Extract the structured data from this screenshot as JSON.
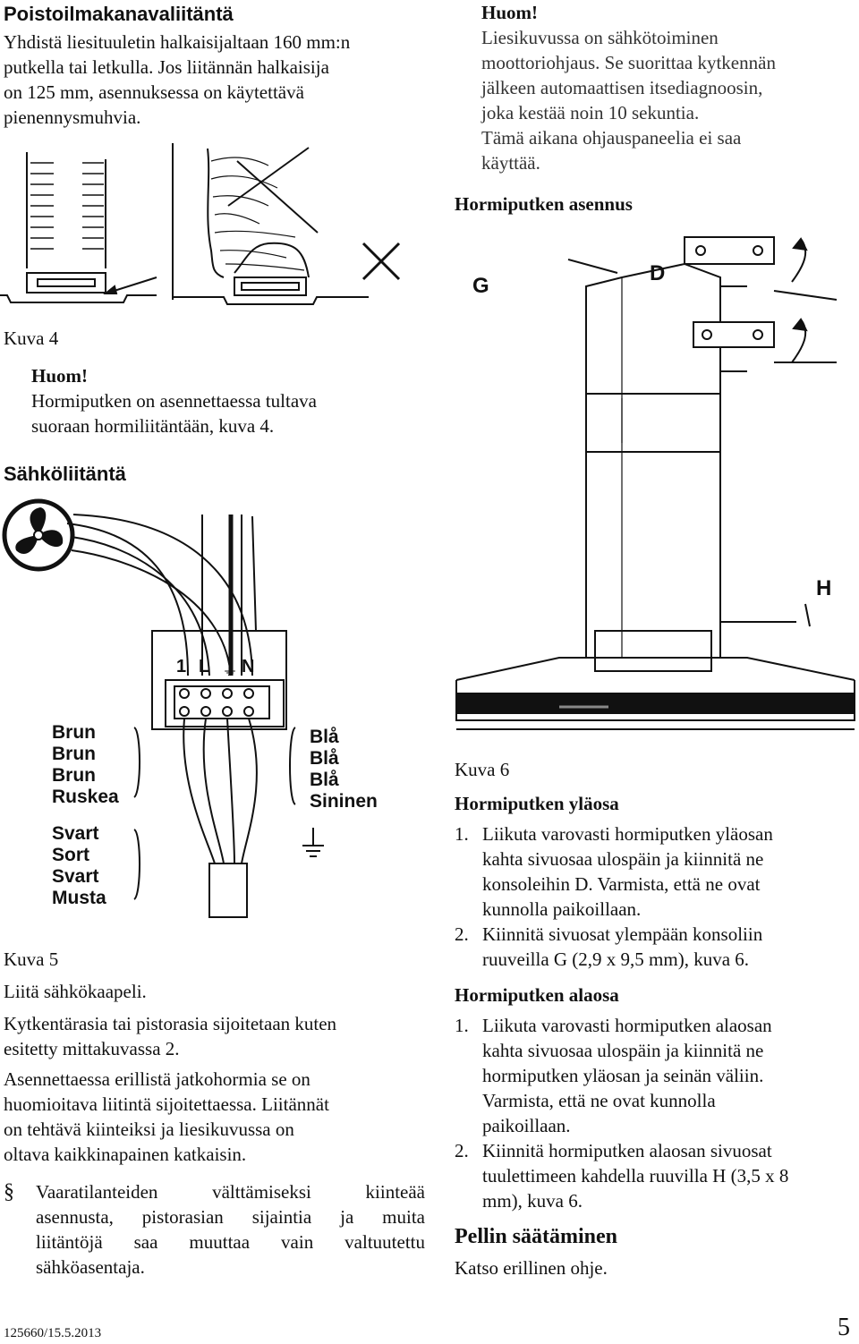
{
  "left_top": {
    "heading": "Poistoilmakanavaliitäntä",
    "para_lines": [
      "Yhdistä liesituuletin halkaisijaltaan 160 mm:n",
      "putkella tai letkulla. Jos liitännän halkaisija",
      "on 125 mm, asennuksessa on käytettävä",
      "pienennysmuhvia."
    ],
    "figure_label": "Kuva 4",
    "note_title": "Huom!",
    "note_lines": [
      "Hormiputken on asennettaessa tultava",
      "suoraan hormiliitäntään, kuva 4."
    ]
  },
  "electric": {
    "heading": "Sähköliitäntä",
    "terminal_labels": [
      "1",
      "L",
      "N"
    ],
    "wire_left": [
      "Brun",
      "Brun",
      "Brun",
      "Ruskea",
      "Svart",
      "Sort",
      "Svart",
      "Musta"
    ],
    "wire_right": [
      "Blå",
      "Blå",
      "Blå",
      "Sininen"
    ],
    "figure_label": "Kuva 5",
    "paras": [
      "Liitä sähkökaapeli.",
      "Kytkentärasia tai pistorasia sijoitetaan kuten esitetty mittakuvassa 2.",
      "Asennettaessa erillistä jatkohormia se on huomioitava liitintä sijoitettaessa. Liitännät on tehtävä kiinteiksi ja liesikuvussa on oltava kaikkinapainen katkaisin."
    ],
    "para_lines": [
      [
        "Liitä sähkökaapeli."
      ],
      [
        "Kytkentärasia tai pistorasia sijoitetaan kuten",
        "esitetty mittakuvassa 2."
      ],
      [
        "Asennettaessa erillistä jatkohormia se on",
        "huomioitava liitintä sijoitettaessa. Liitännät",
        "on tehtävä kiinteiksi ja liesikuvussa on",
        "oltava kaikkinapainen katkaisin."
      ]
    ],
    "warning_symbol": "§",
    "warning_lines": [
      "Vaaratilanteiden välttämiseksi kiinteää",
      "asennusta, pistorasian sijaintia ja muita",
      "liitäntöjä saa muuttaa vain valtuutettu",
      "sähköasentaja."
    ]
  },
  "right_top": {
    "note_title": "Huom!",
    "note_lines": [
      "Liesikuvussa on sähkötoiminen",
      "moottoriohjaus. Se suorittaa kytkennän",
      "jälkeen automaattisen itsediagnoosin,",
      "joka kestää noin 10 sekuntia.",
      "Tämä aikana ohjauspaneelia ei saa",
      "käyttää."
    ],
    "heading": "Hormiputken asennus",
    "diagram_labels": {
      "g": "G",
      "d": "D",
      "h": "H"
    },
    "figure_label": "Kuva 6"
  },
  "upper_section": {
    "heading": "Hormiputken yläosa",
    "steps": [
      {
        "num": "1.",
        "lines": [
          "Liikuta varovasti hormiputken yläosan",
          "kahta sivuosaa ulospäin ja kiinnitä ne",
          "konsoleihin D. Varmista, että ne ovat",
          "kunnolla paikoillaan."
        ]
      },
      {
        "num": "2.",
        "lines": [
          "Kiinnitä sivuosat ylempään konsoliin",
          "ruuveilla G (2,9 x 9,5 mm), kuva 6."
        ]
      }
    ]
  },
  "lower_section": {
    "heading": "Hormiputken alaosa",
    "steps": [
      {
        "num": "1.",
        "lines": [
          "Liikuta varovasti hormiputken alaosan",
          "kahta sivuosaa ulospäin ja kiinnitä ne",
          "hormiputken yläosan ja seinän väliin.",
          "Varmista, että ne ovat kunnolla",
          "paikoillaan."
        ]
      },
      {
        "num": "2.",
        "lines": [
          "Kiinnitä hormiputken alaosan sivuosat",
          "tuulettimeen kahdella ruuvilla H (3,5 x 8",
          "mm), kuva 6."
        ]
      }
    ]
  },
  "damper": {
    "heading": "Pellin säätäminen",
    "text": "Katso erillinen ohje."
  },
  "footer": {
    "doc_code": "125660/15.5.2013",
    "page_number": "5"
  }
}
